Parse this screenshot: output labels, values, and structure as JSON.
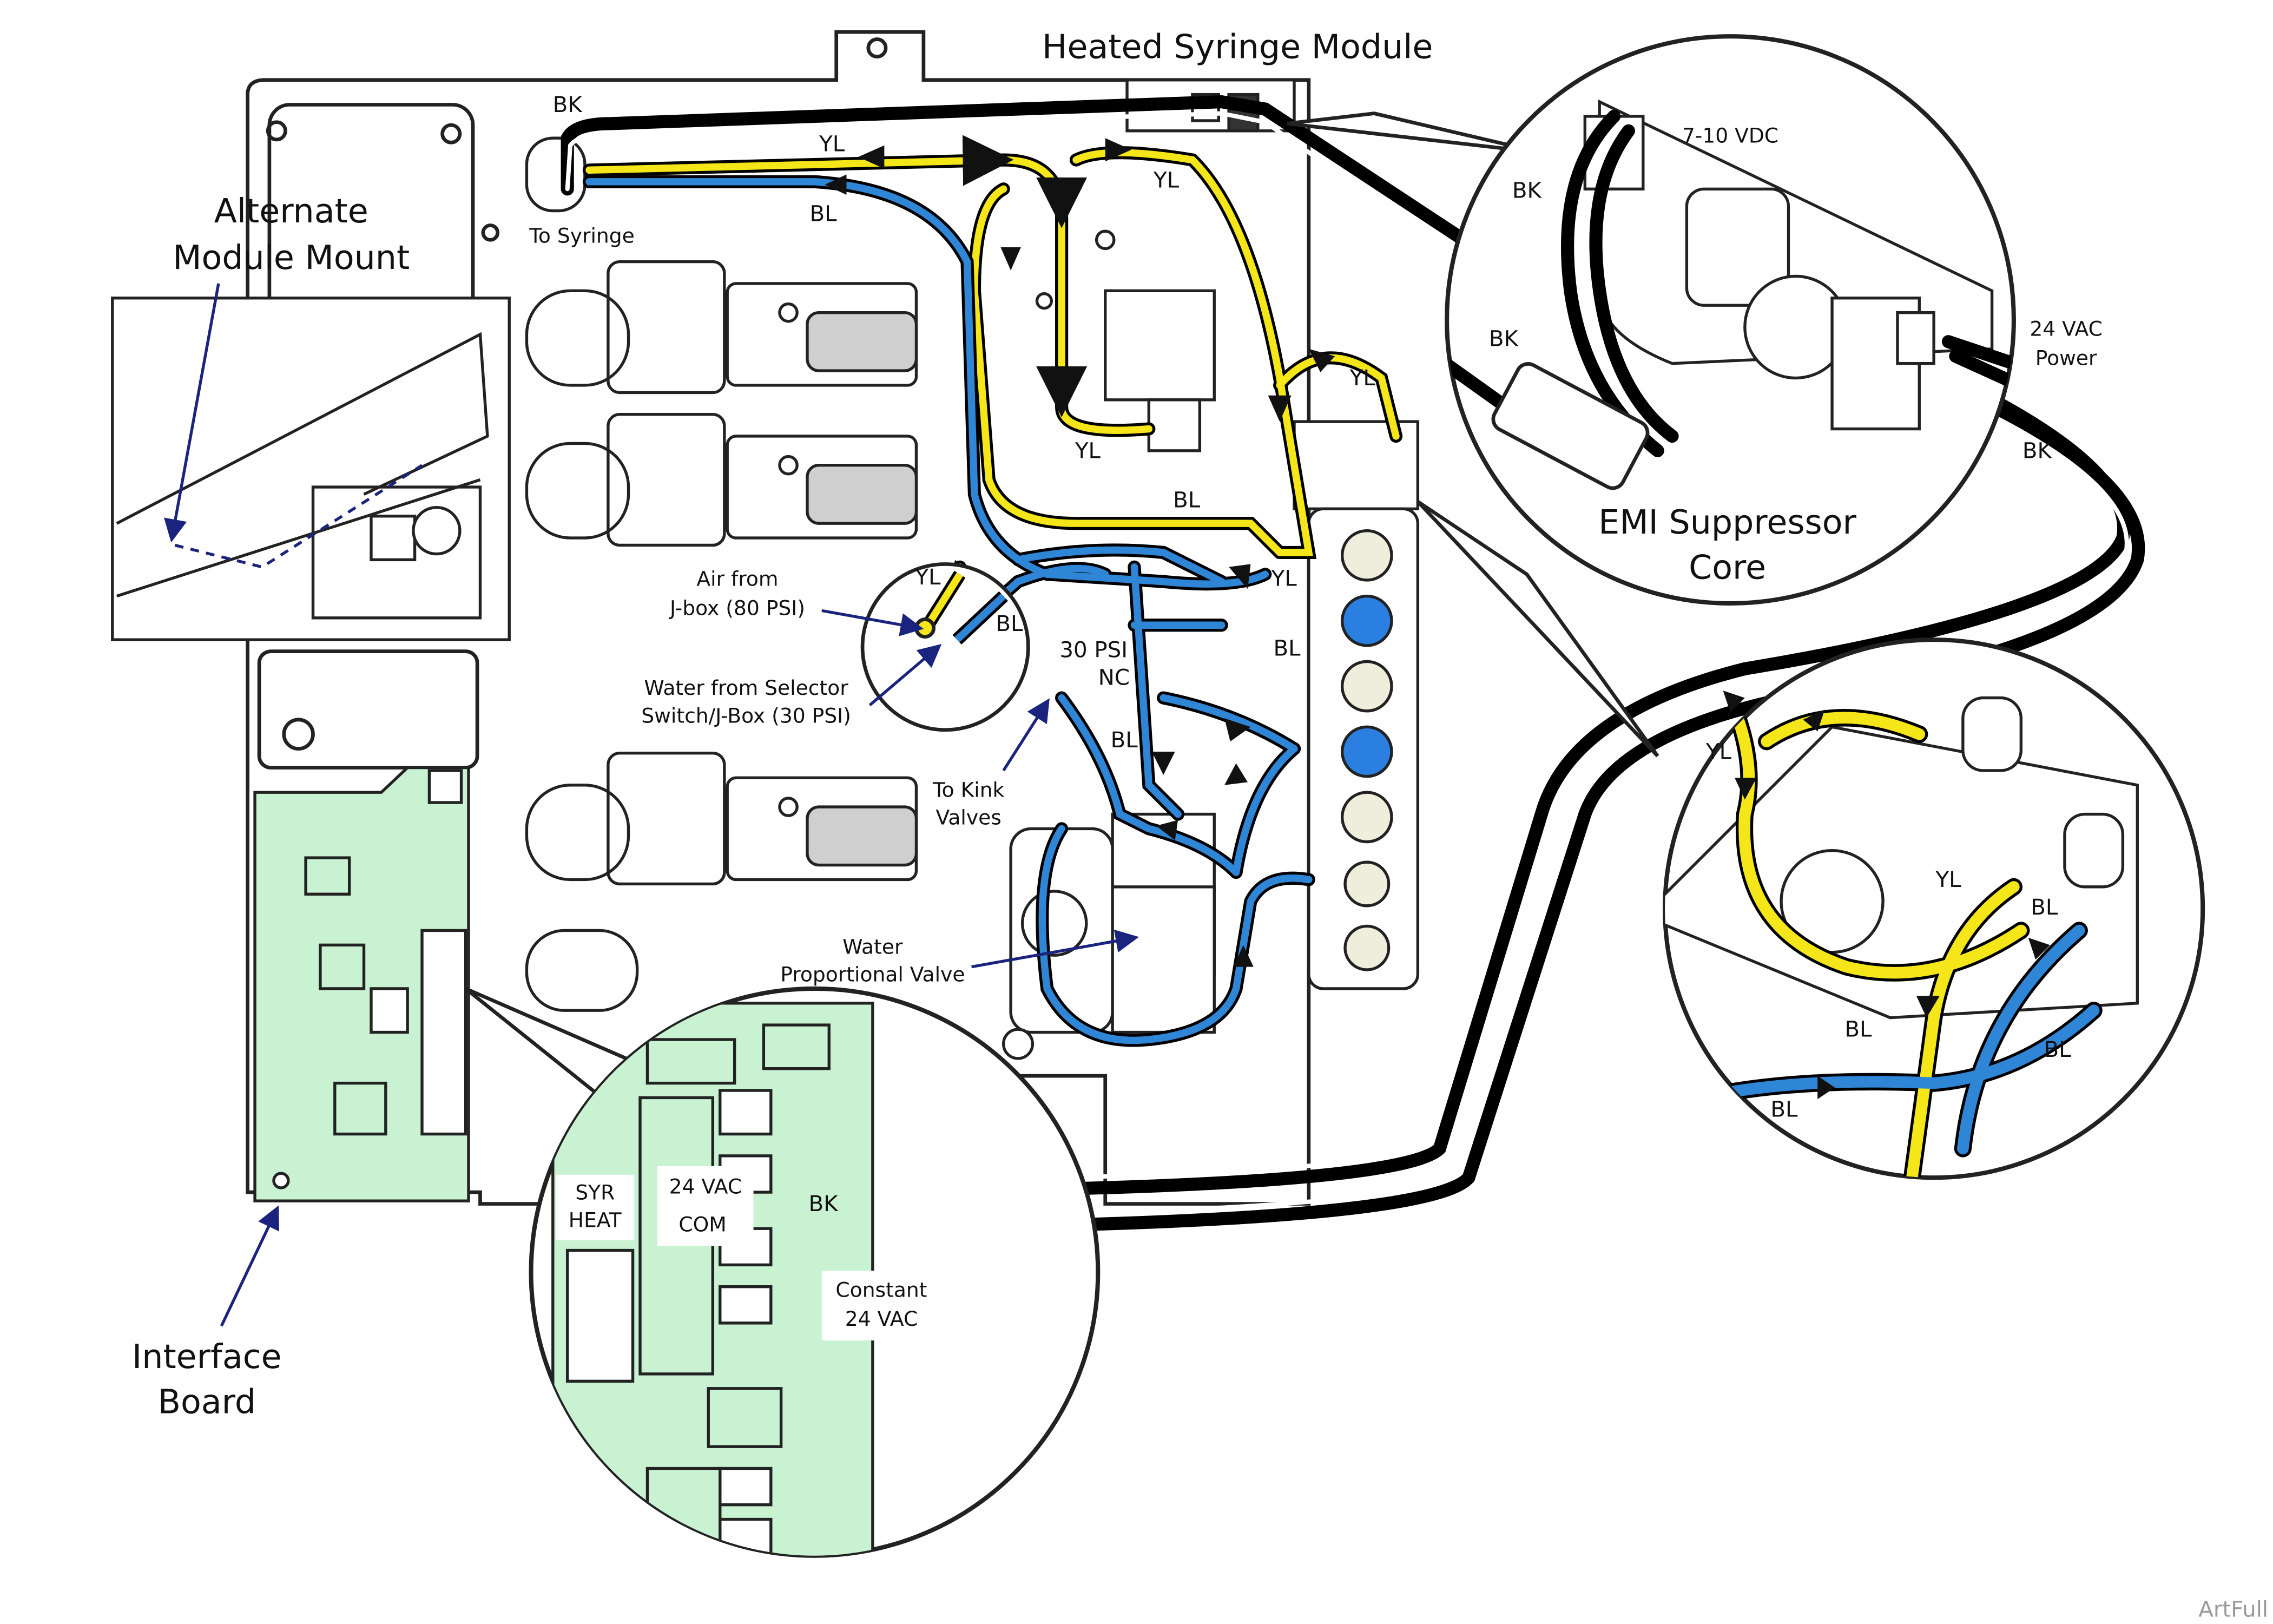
{
  "labels": {
    "heated_syringe_module": "Heated Syringe Module",
    "alternate_module_mount_1": "Alternate",
    "alternate_module_mount_2": "Module Mount",
    "to_syringe": "To Syringe",
    "emi_core_1": "EMI Suppressor",
    "emi_core_2": "Core",
    "vdc": "7-10 VDC",
    "vac_power_1": "24 VAC",
    "vac_power_2": "Power",
    "air_from_1": "Air from",
    "air_from_2": "J-box (80 PSI)",
    "water_from_1": "Water from Selector",
    "water_from_2": "Switch/J-Box (30 PSI)",
    "psi_nc_1": "30 PSI",
    "psi_nc_2": "NC",
    "to_kink_1": "To Kink",
    "to_kink_2": "Valves",
    "water_prop_1": "Water",
    "water_prop_2": "Proportional Valve",
    "interface_board_1": "Interface",
    "interface_board_2": "Board",
    "syr_heat_1": "SYR",
    "syr_heat_2": "HEAT",
    "vac_24": "24 VAC",
    "com": "COM",
    "constant_1": "Constant",
    "constant_2": "24 VAC",
    "watermark": "ArtFull"
  },
  "wire_codes": {
    "bk": "BK",
    "yl": "YL",
    "bl": "BL"
  },
  "colors": {
    "yellow_wire": "#f5e61a",
    "blue_wire": "#2f86d6",
    "black_wire": "#000000",
    "board_green": "#c8f2d2",
    "blue_button": "#2a7fe0",
    "beige_button": "#efeedd",
    "arrow_navy": "#1a237e",
    "valve_gray": "#cfcfcf"
  }
}
